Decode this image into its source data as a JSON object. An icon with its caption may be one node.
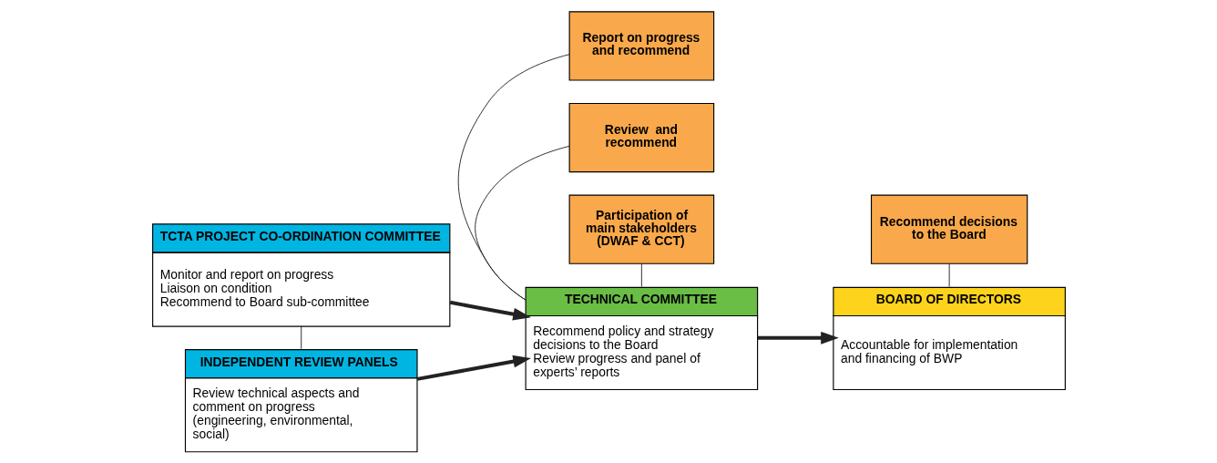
{
  "diagram": {
    "nodes": [
      {
        "text": [
          "TCTA PROJECT CO-ORDINATION COMMITTEE",
          "Monitor and report on progress",
          "Liaison on condition",
          "Recommend to Board sub-committee"
        ]
      },
      {
        "text": [
          "INDEPENDENT REVIEW PANELS",
          "Review technical aspects and comment on progress (engineering, environmental, social)"
        ]
      },
      {
        "text": [
          "Report on progress and recommend"
        ]
      },
      {
        "text": [
          "Review  and recommend"
        ]
      },
      {
        "text": [
          "TECHNICAL COMMITTEE",
          "Recommend policy and strategy decisions to the Board",
          "Review progress and panel of experts’ reports"
        ]
      },
      {
        "text": [
          "Participation of main stakeholders (DWAF & CCT)"
        ]
      },
      {
        "text": [
          "Recommend decisions to the Board"
        ]
      },
      {
        "text": [
          "BOARD OF DIRECTORS",
          "Accountable for implementation and financing of BWP"
        ]
      }
    ],
    "edges": [
      {
        "from": 0,
        "to": 4,
        "arrow": "to",
        "style": "thick"
      },
      {
        "from": 1,
        "to": 4,
        "arrow": "to",
        "style": "thick"
      },
      {
        "from": 0,
        "to": 1,
        "arrow": "none"
      },
      {
        "from": 2,
        "to": 4,
        "arrow": "none"
      },
      {
        "from": 3,
        "to": 4,
        "arrow": "none"
      },
      {
        "from": 5,
        "to": 4,
        "arrow": "none"
      },
      {
        "from": 4,
        "to": 7,
        "arrow": "to",
        "style": "thick"
      },
      {
        "from": 6,
        "to": 7,
        "arrow": "none"
      }
    ]
  }
}
